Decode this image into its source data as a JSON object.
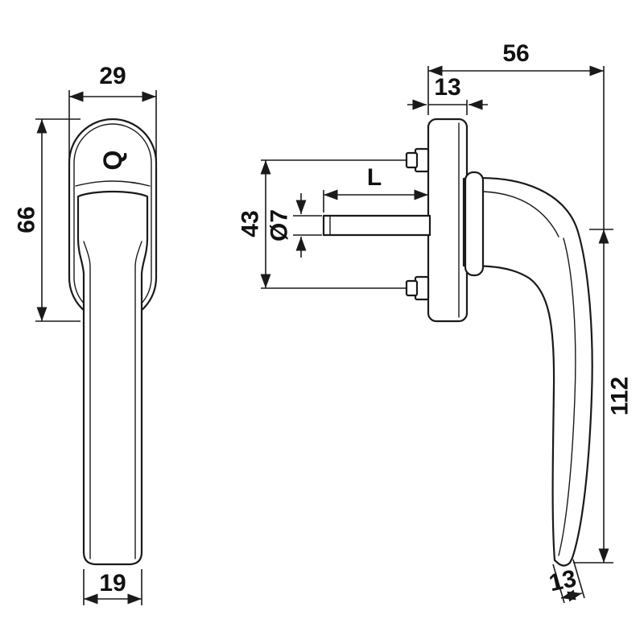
{
  "canvas": {
    "background": "#ffffff",
    "ink": "#1a1a1a"
  },
  "logo": {
    "mark": "Q"
  },
  "dimensions": {
    "front": {
      "rosette_width": "29",
      "rosette_height": "66",
      "grip_width": "19"
    },
    "side": {
      "total_depth": "56",
      "plate_thickness": "13",
      "spindle_length": "L",
      "spindle_diameter": "Ø7",
      "screw_spacing": "43",
      "handle_length": "112",
      "grip_tip_thickness": "13"
    }
  }
}
